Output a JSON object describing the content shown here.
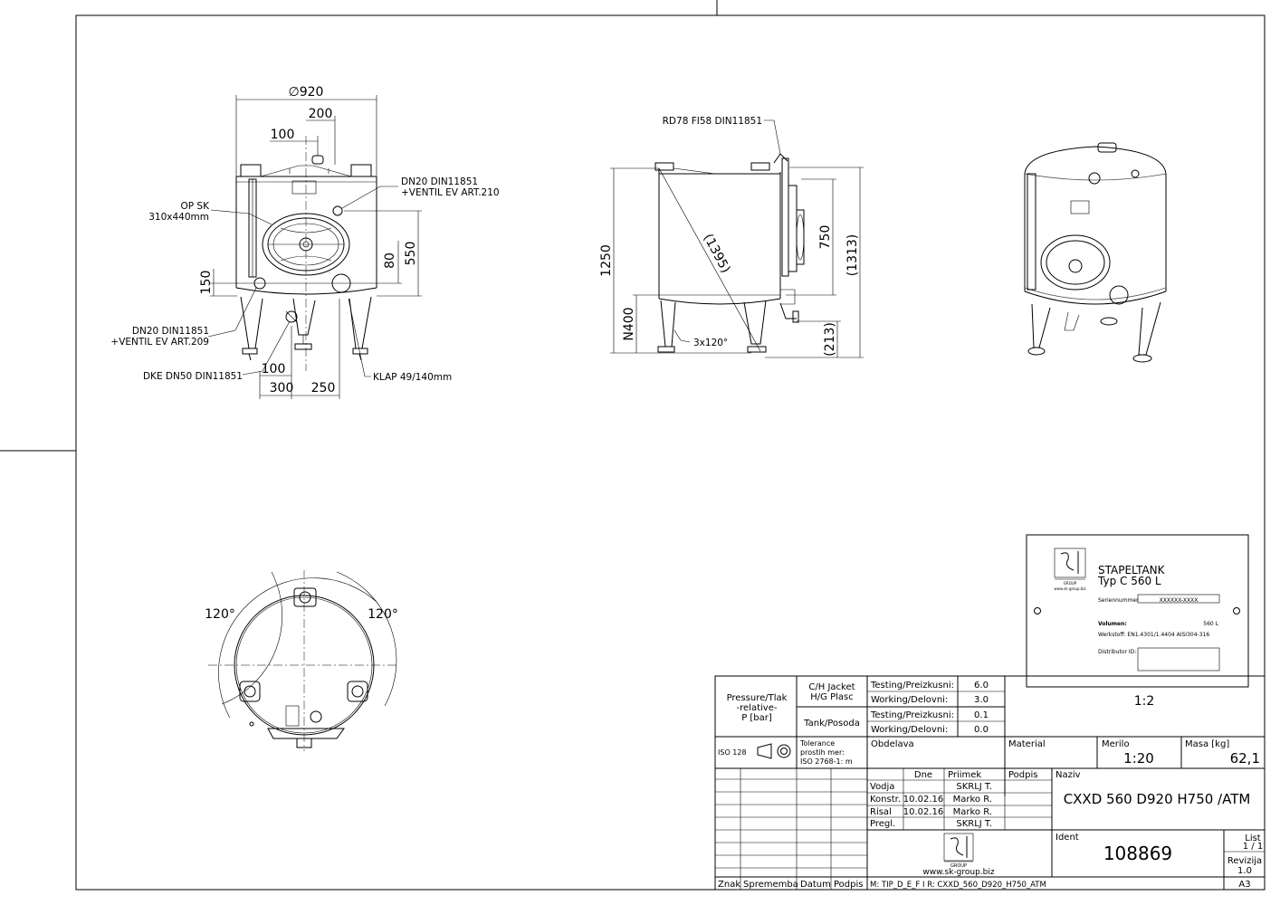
{
  "front_view": {
    "dim_diameter": "∅920",
    "dim_200": "200",
    "dim_100_top": "100",
    "dim_550": "550",
    "dim_80": "80",
    "dim_150": "150",
    "dim_100_bottom": "100",
    "dim_300": "300",
    "dim_250": "250",
    "label_op_sk_1": "OP SK",
    "label_op_sk_2": "310x440mm",
    "label_dn20_top_1": "DN20 DIN11851",
    "label_dn20_top_2": "+VENTIL EV ART.210",
    "label_dn20_bot_1": "DN20 DIN11851",
    "label_dn20_bot_2": "+VENTIL EV ART.209",
    "label_dke": "DKE DN50 DIN11851",
    "label_klap": "KLAP 49/140mm"
  },
  "side_view": {
    "label_rd78": "RD78 FI58 DIN11851",
    "dim_1250": "1250",
    "dim_1395": "(1395)",
    "dim_750": "750",
    "dim_1313": "(1313)",
    "dim_n400": "N400",
    "dim_213": "(213)",
    "dim_legs": "3x120°"
  },
  "top_view": {
    "angle_left": "120°",
    "angle_right": "120°"
  },
  "nameplate": {
    "title_1": "STAPELTANK",
    "title_2": "Typ C 560 L",
    "serial_label": "Seriennummer",
    "serial_value": "XXXXXX-XXXX",
    "volume_label": "Volumen:",
    "volume_value": "560 L",
    "material_label": "Werkstoff: EN1.4301/1.4404  AISI304-316",
    "distributor_label": "Distributor ID:",
    "logo_text": "GROUP",
    "logo_url": "www.sk-group.biz",
    "scale": "1:2"
  },
  "title_block": {
    "pressure_1": "Pressure/Tlak",
    "pressure_2": "-relative-",
    "pressure_3": "P [bar]",
    "jacket_1": "C/H Jacket",
    "jacket_2": "H/G Plasc",
    "tank": "Tank/Posoda",
    "rows": [
      {
        "label": "Testing/Preizkusni:",
        "value": "6.0"
      },
      {
        "label": "Working/Delovni:",
        "value": "3.0"
      },
      {
        "label": "Testing/Preizkusni:",
        "value": "0.1"
      },
      {
        "label": "Working/Delovni:",
        "value": "0.0"
      }
    ],
    "iso": "ISO 128",
    "tol_1": "Tolerance",
    "tol_2": "prostih mer:",
    "tol_3": "ISO 2768-1: m",
    "obdelava": "Obdelava",
    "material": "Material",
    "merilo_label": "Merilo",
    "merilo_value": "1:20",
    "masa_label": "Masa [kg]",
    "masa_value": "62,1",
    "col_dne": "Dne",
    "col_priimek": "Priimek",
    "col_podpis": "Podpis",
    "naziv_label": "Naziv",
    "naziv_value": "CXXD 560  D920  H750 /ATM",
    "staff": [
      {
        "role": "Vodja",
        "date": "",
        "name": "SKRLJ T."
      },
      {
        "role": "Konstr.",
        "date": "10.02.16",
        "name": "Marko R."
      },
      {
        "role": "Risal",
        "date": "10.02.16",
        "name": "Marko R."
      },
      {
        "role": "Pregl.",
        "date": "",
        "name": "SKRLJ T."
      }
    ],
    "ident_label": "Ident",
    "ident_value": "108869",
    "list_label": "List",
    "list_value": "1 / 1",
    "revizija_label": "Revizija",
    "revizija_value": "1.0",
    "logo_text": "GROUP",
    "web": "www.sk-group.biz",
    "znak": "Znak",
    "sprememba": "Sprememba",
    "datum": "Datum",
    "podpis": "Podpis",
    "file": "M: TIP_D_E_F I R: CXXD_560_D920_H750_ATM",
    "format": "A3"
  }
}
